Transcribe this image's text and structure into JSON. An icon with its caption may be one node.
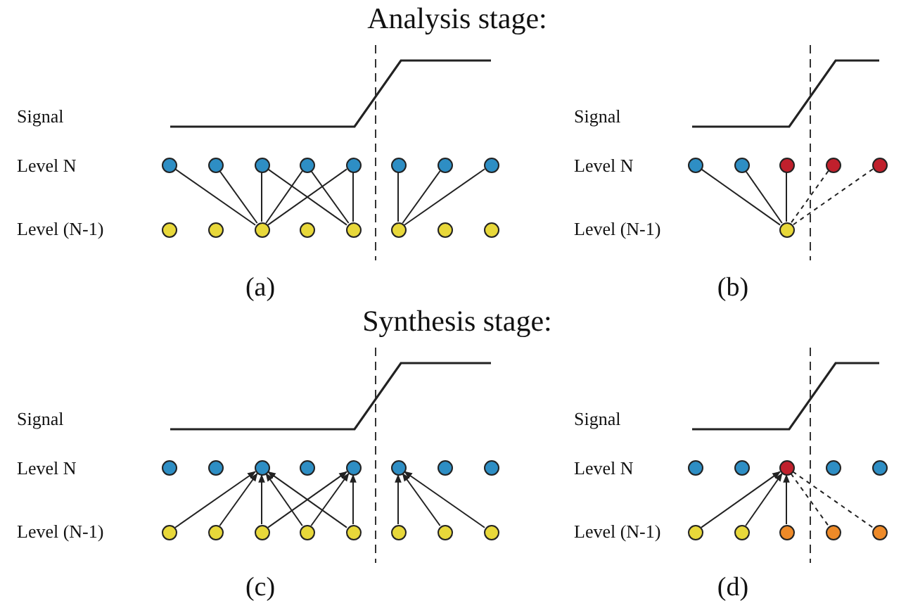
{
  "diagram": {
    "nodes": [
      {
        "text": [],
        "shape": "circle"
      },
      {
        "text": [],
        "shape": "circle"
      },
      {
        "text": [],
        "shape": "circle"
      },
      {
        "text": [],
        "shape": "circle"
      },
      {
        "text": [],
        "shape": "circle"
      },
      {
        "text": [],
        "shape": "circle"
      },
      {
        "text": [],
        "shape": "circle"
      },
      {
        "text": [],
        "shape": "circle"
      },
      {
        "text": [],
        "shape": "circle"
      },
      {
        "text": [],
        "shape": "circle"
      },
      {
        "text": [],
        "shape": "circle"
      },
      {
        "text": [],
        "shape": "circle"
      },
      {
        "text": [],
        "shape": "circle"
      },
      {
        "text": [],
        "shape": "circle"
      },
      {
        "text": [],
        "shape": "circle"
      },
      {
        "text": [],
        "shape": "circle"
      },
      {
        "text": [],
        "shape": "circle"
      },
      {
        "text": [],
        "shape": "circle"
      },
      {
        "text": [],
        "shape": "circle"
      },
      {
        "text": [],
        "shape": "circle"
      },
      {
        "text": [],
        "shape": "circle"
      },
      {
        "text": [],
        "shape": "circle"
      },
      {
        "text": [],
        "shape": "circle"
      },
      {
        "text": [],
        "shape": "circle"
      },
      {
        "text": [],
        "shape": "circle"
      },
      {
        "text": [],
        "shape": "circle"
      },
      {
        "text": [],
        "shape": "circle"
      },
      {
        "text": [],
        "shape": "circle"
      },
      {
        "text": [],
        "shape": "circle"
      },
      {
        "text": [],
        "shape": "circle"
      },
      {
        "text": [],
        "shape": "circle"
      },
      {
        "text": [],
        "shape": "circle"
      },
      {
        "text": [],
        "shape": "circle"
      },
      {
        "text": [],
        "shape": "circle"
      },
      {
        "text": [],
        "shape": "circle"
      },
      {
        "text": [],
        "shape": "circle"
      },
      {
        "text": [],
        "shape": "circle"
      },
      {
        "text": [],
        "shape": "circle"
      },
      {
        "text": [],
        "shape": "circle"
      },
      {
        "text": [],
        "shape": "circle"
      },
      {
        "text": [],
        "shape": "circle"
      },
      {
        "text": [],
        "shape": "circle"
      },
      {
        "text": [],
        "shape": "circle"
      },
      {
        "text": [],
        "shape": "circle"
      },
      {
        "text": [],
        "shape": "circle"
      },
      {
        "text": [],
        "shape": "circle"
      },
      {
        "text": [],
        "shape": "circle"
      },
      {
        "text": [],
        "shape": "circle"
      }
    ],
    "edges": [
      {
        "from": 0,
        "to": 10,
        "arrow": "none"
      },
      {
        "from": 1,
        "to": 10,
        "arrow": "none"
      },
      {
        "from": 2,
        "to": 10,
        "arrow": "none"
      },
      {
        "from": 2,
        "to": 12,
        "arrow": "none"
      },
      {
        "from": 3,
        "to": 10,
        "arrow": "none"
      },
      {
        "from": 3,
        "to": 12,
        "arrow": "none"
      },
      {
        "from": 4,
        "to": 10,
        "arrow": "none"
      },
      {
        "from": 4,
        "to": 12,
        "arrow": "none"
      },
      {
        "from": 5,
        "to": 13,
        "arrow": "none"
      },
      {
        "from": 6,
        "to": 13,
        "arrow": "none"
      },
      {
        "from": 7,
        "to": 13,
        "arrow": "none"
      },
      {
        "from": 16,
        "to": 21,
        "arrow": "none"
      },
      {
        "from": 17,
        "to": 21,
        "arrow": "none"
      },
      {
        "from": 18,
        "to": 21,
        "arrow": "none"
      },
      {
        "from": 19,
        "to": 21,
        "arrow": "none",
        "style": "dashed"
      },
      {
        "from": 20,
        "to": 21,
        "arrow": "none",
        "style": "dashed"
      },
      {
        "from": 30,
        "to": 24,
        "arrow": "to"
      },
      {
        "from": 31,
        "to": 24,
        "arrow": "to"
      },
      {
        "from": 32,
        "to": 24,
        "arrow": "to"
      },
      {
        "from": 33,
        "to": 24,
        "arrow": "to"
      },
      {
        "from": 34,
        "to": 24,
        "arrow": "to"
      },
      {
        "from": 32,
        "to": 26,
        "arrow": "to"
      },
      {
        "from": 33,
        "to": 26,
        "arrow": "to"
      },
      {
        "from": 34,
        "to": 26,
        "arrow": "to"
      },
      {
        "from": 35,
        "to": 27,
        "arrow": "to"
      },
      {
        "from": 36,
        "to": 27,
        "arrow": "to"
      },
      {
        "from": 37,
        "to": 27,
        "arrow": "to"
      },
      {
        "from": 43,
        "to": 40,
        "arrow": "to"
      },
      {
        "from": 44,
        "to": 40,
        "arrow": "to"
      },
      {
        "from": 45,
        "to": 40,
        "arrow": "to"
      },
      {
        "from": 40,
        "to": 46,
        "arrow": "none",
        "style": "dashed"
      },
      {
        "from": 40,
        "to": 47,
        "arrow": "none",
        "style": "dashed"
      }
    ],
    "labels": [
      "Analysis stage:",
      "Signal",
      "Signal",
      "Level N",
      "Level N",
      "Level (N-1)",
      "Level (N-1)",
      "(a)",
      "(b)",
      "Synthesis stage:",
      "Signal",
      "Signal",
      "Level N",
      "Level N",
      "Level (N-1)",
      "Level (N-1)",
      "(c)",
      "(d)"
    ]
  }
}
